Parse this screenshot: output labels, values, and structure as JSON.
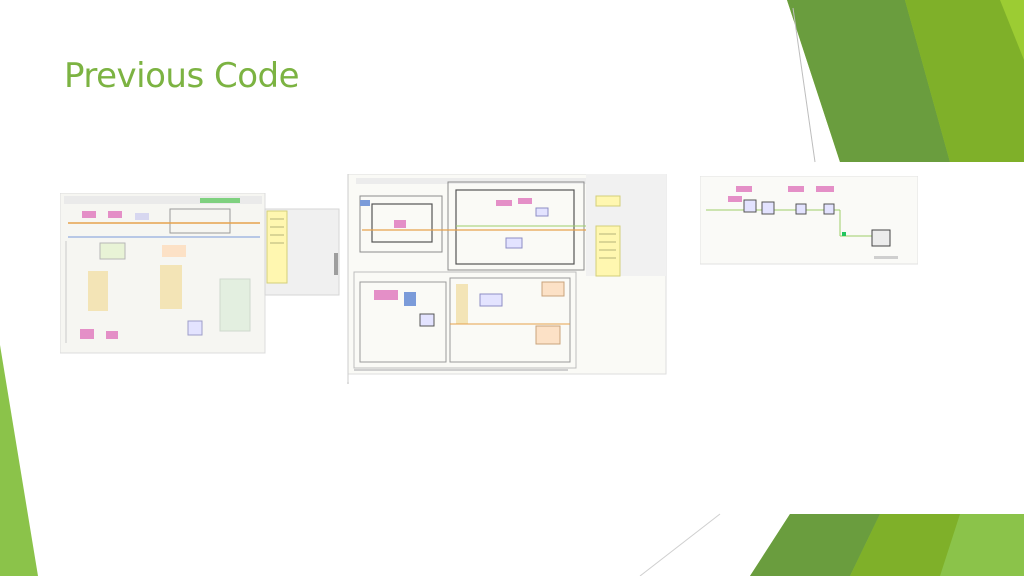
{
  "slide": {
    "title": "Previous Code"
  },
  "images": [
    {
      "name": "labview-block-diagram-1"
    },
    {
      "name": "labview-block-diagram-2"
    },
    {
      "name": "labview-block-diagram-3"
    }
  ],
  "colors": {
    "accent": "#7cb342",
    "green_dark": "#5e8f3a",
    "green_mid": "#7fb029",
    "green_light": "#9ccc33",
    "wire_orange": "#e6a24c",
    "node_pink": "#e48fc7",
    "label_yellow": "#fff7b0"
  }
}
